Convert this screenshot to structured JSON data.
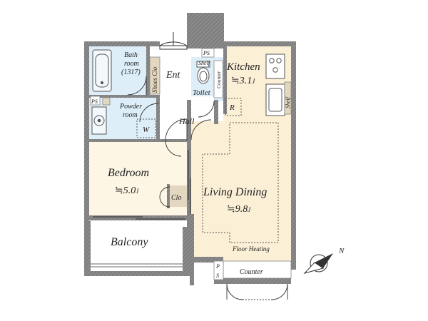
{
  "labels": {
    "bath": "Bath",
    "bath_room": "room",
    "bath_size": "(1317)",
    "shoes": "Shoes Clo",
    "ent": "Ent",
    "ps_top": "PS",
    "shelf_toilet": "Shelf",
    "toilet": "Toilet",
    "counter_kitchen": "Counter",
    "kitchen": "Kitchen",
    "kitchen_area": "≒3.1",
    "j": "J",
    "shelf_kitchen": "Shelf",
    "r": "R",
    "ps_left": "PS",
    "powder": "Powder",
    "powder_room": "room",
    "w": "W",
    "hall": "Hall",
    "bedroom": "Bedroom",
    "bedroom_area": "≒5.0",
    "clo": "Clo",
    "living": "Living Dining",
    "living_area": "≒9.8",
    "floor_heating": "Floor Heating",
    "balcony": "Balcony",
    "ps_bottom_p": "P",
    "ps_bottom_s": "S",
    "counter_bottom": "Counter",
    "north": "N"
  },
  "colors": {
    "wall": "#7d7d7d",
    "wet_area": "#ddeef8",
    "kitchen_floor": "#fbefd6",
    "living_floor": "#fbefd6",
    "bedroom_floor": "#fdf6e4",
    "balcony": "#ffffff",
    "clo": "#e3d7bf"
  }
}
